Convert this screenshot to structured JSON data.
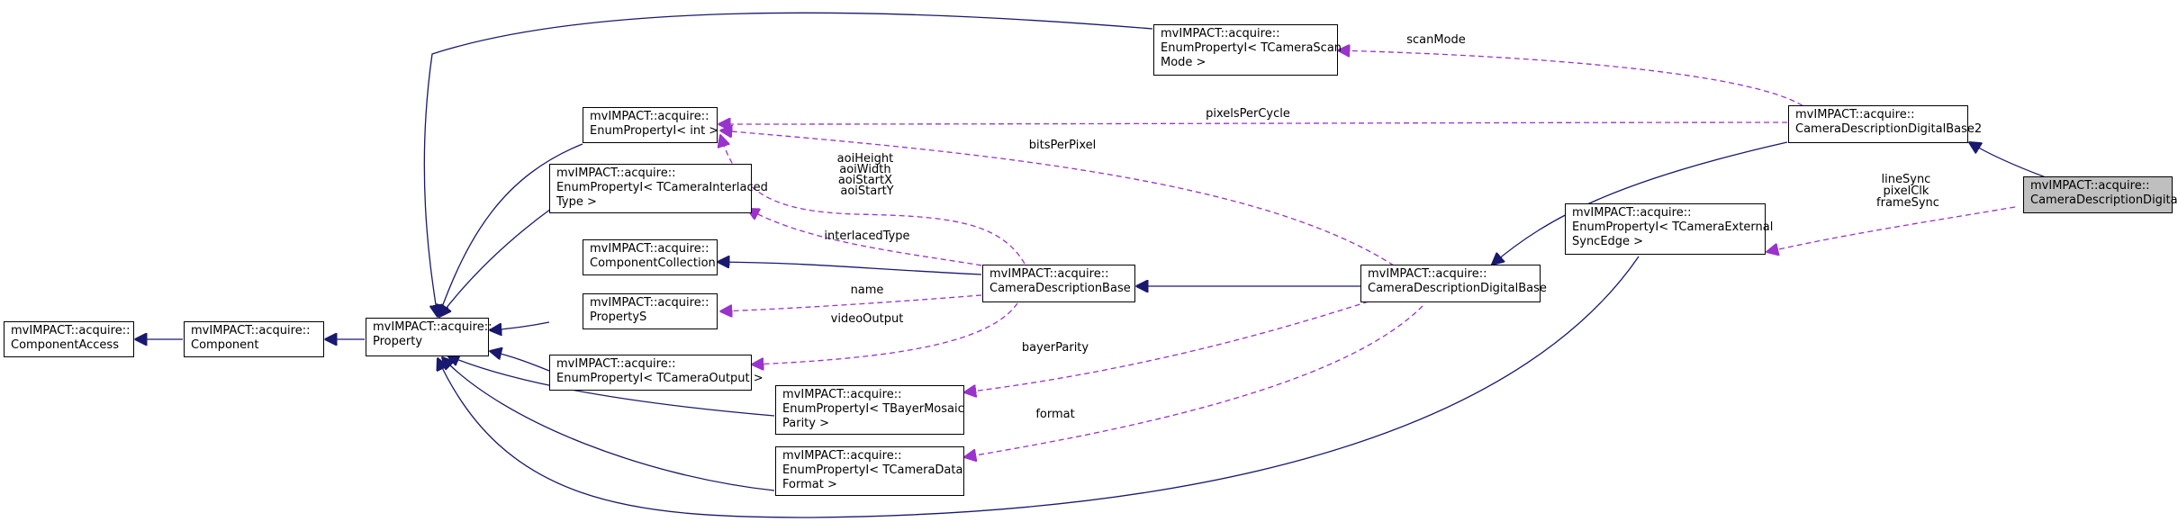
{
  "nodes": {
    "component_access": [
      "mvIMPACT::acquire::",
      "ComponentAccess"
    ],
    "component": [
      "mvIMPACT::acquire::",
      "Component"
    ],
    "property": [
      "mvIMPACT::acquire::",
      "Property"
    ],
    "enum_int": [
      "mvIMPACT::acquire::",
      "EnumPropertyI< int >"
    ],
    "enum_interlaced": [
      "mvIMPACT::acquire::",
      "EnumPropertyI< TCameraInterlaced",
      "Type >"
    ],
    "component_collection": [
      "mvIMPACT::acquire::",
      "ComponentCollection"
    ],
    "property_s": [
      "mvIMPACT::acquire::",
      "PropertyS"
    ],
    "enum_output": [
      "mvIMPACT::acquire::",
      "EnumPropertyI< TCameraOutput >"
    ],
    "enum_bayer": [
      "mvIMPACT::acquire::",
      "EnumPropertyI< TBayerMosaic",
      "Parity >"
    ],
    "enum_data_format": [
      "mvIMPACT::acquire::",
      "EnumPropertyI< TCameraData",
      "Format >"
    ],
    "enum_scan_mode": [
      "mvIMPACT::acquire::",
      "EnumPropertyI< TCameraScan",
      "Mode >"
    ],
    "camera_desc_base": [
      "mvIMPACT::acquire::",
      "CameraDescriptionBase"
    ],
    "camera_desc_digital_base": [
      "mvIMPACT::acquire::",
      "CameraDescriptionDigitalBase"
    ],
    "camera_desc_digital_base2": [
      "mvIMPACT::acquire::",
      "CameraDescriptionDigitalBase2"
    ],
    "enum_sync_edge": [
      "mvIMPACT::acquire::",
      "EnumPropertyI< TCameraExternal",
      "SyncEdge >"
    ],
    "camera_desc_digital": [
      "mvIMPACT::acquire::",
      "CameraDescriptionDigital"
    ]
  },
  "edge_labels": {
    "scan_mode": [
      "scanMode"
    ],
    "pixels_per_cycle": [
      "pixelsPerCycle"
    ],
    "bits_per_pixel": [
      "bitsPerPixel"
    ],
    "aoi": [
      "aoiHeight",
      "aoiWidth",
      "aoiStartX",
      "aoiStartY"
    ],
    "interlaced_type": [
      "interlacedType"
    ],
    "name": [
      "name"
    ],
    "video_output": [
      "videoOutput"
    ],
    "bayer_parity": [
      "bayerParity"
    ],
    "format": [
      "format"
    ],
    "sync": [
      "lineSync",
      "pixelClk",
      "frameSync"
    ]
  },
  "colors": {
    "inheritance": "#191970",
    "usage": "#9a32cd",
    "current_fill": "#bfbfbf"
  }
}
